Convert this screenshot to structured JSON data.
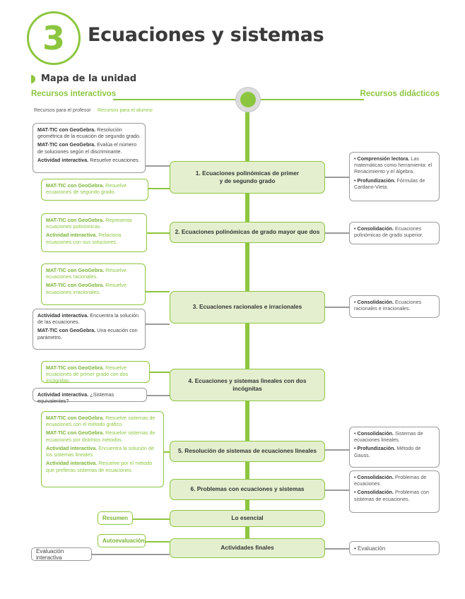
{
  "header": {
    "chapter_number": "3",
    "chapter_title": "Ecuaciones y sistemas",
    "section_title": "Mapa de la unidad",
    "left_heading": "Recursos interactivos",
    "right_heading": "Recursos didácticos",
    "legend_profesor": "Recursos para el profesor",
    "legend_alumno": "Recursos para el alumno"
  },
  "topics": [
    {
      "line1": "1. Ecuaciones polinómicas de primer",
      "line2": "y de segundo grado"
    },
    {
      "line1": "2. Ecuaciones polinómicas de grado mayor que dos",
      "line2": ""
    },
    {
      "line1": "3. Ecuaciones racionales e irracionales",
      "line2": ""
    },
    {
      "line1": "4. Ecuaciones y sistemas lineales con dos incógnitas",
      "line2": ""
    },
    {
      "line1": "5. Resolución de sistemas de ecuaciones lineales",
      "line2": ""
    },
    {
      "line1": "6. Problemas con ecuaciones y sistemas",
      "line2": ""
    },
    {
      "line1": "Lo esencial",
      "line2": ""
    },
    {
      "line1": "Actividades finales",
      "line2": ""
    }
  ],
  "left": {
    "b1_gray": [
      {
        "b": "MAT-TIC con GeoGebra.",
        "t": " Resolución geométrica de la ecuación de segundo grado."
      },
      {
        "b": "MAT-TIC con GeoGebra.",
        "t": " Evalúa el número de soluciones según el discriminante."
      },
      {
        "b": "Actividad interactiva.",
        "t": " Resuelve ecuaciones."
      }
    ],
    "b1_green": [
      {
        "b": "MAT-TIC con GeoGebra.",
        "t": " Resuelve ecuaciones de segundo grado."
      }
    ],
    "b2_green": [
      {
        "b": "MAT-TIC con GeoGebra.",
        "t": " Representa ecuaciones polinómicas."
      },
      {
        "b": "Actividad interactiva.",
        "t": " Relaciona ecuaciones con sus soluciones."
      }
    ],
    "b3_green": [
      {
        "b": "MAT-TIC con GeoGebra.",
        "t": " Resuelve ecuaciones racionales."
      },
      {
        "b": "MAT-TIC con GeoGebra.",
        "t": " Resuelve ecuaciones irracionales."
      }
    ],
    "b3_gray": [
      {
        "b": "Actividad interactiva.",
        "t": " Encuentra la solución de las ecuaciones."
      },
      {
        "b": "MAT-TIC con GeoGebra.",
        "t": " Una ecuación con parámetro."
      }
    ],
    "b4_green": [
      {
        "b": "MAT-TIC con GeoGebra.",
        "t": " Resuelve ecuaciones de primer grado con dos incógnitas."
      }
    ],
    "b4_gray": [
      {
        "b": "Actividad interactiva.",
        "t": " ¿Sistemas equivalentes?"
      }
    ],
    "b5_green": [
      {
        "b": "MAT-TIC con GeoGebra.",
        "t": " Resuelve sistemas de ecuaciones con el método gráfico."
      },
      {
        "b": "MAT-TIC con GeoGebra.",
        "t": " Resuelve sistemas de ecuaciones por distintos métodos."
      },
      {
        "b": "Actividad interactiva.",
        "t": " Encuentra la solución de los sistemas lineales."
      },
      {
        "b": "Actividad interactiva.",
        "t": " Resuelve por el método que prefieras sistemas de ecuaciones."
      }
    ],
    "resumen": "Resumen",
    "autoevaluacion": "Autoevaluación",
    "evaluacion_interactiva": "Evaluación interactiva"
  },
  "right": {
    "r1": [
      {
        "b": "Comprensión lectora.",
        "t": " Las matemáticas como herramienta: el Renacimiento y el álgebra."
      },
      {
        "b": "Profundización.",
        "t": " Fórmulas de Cardano-Vieta."
      }
    ],
    "r2": [
      {
        "b": "Consolidación.",
        "t": " Ecuaciones polinómicas de grado superior."
      }
    ],
    "r3": [
      {
        "b": "Consolidación.",
        "t": " Ecuaciones racionales e irracionales."
      }
    ],
    "r5": [
      {
        "b": "Consolidación.",
        "t": " Sistemas de ecuaciones lineales."
      },
      {
        "b": "Profundización.",
        "t": " Método de Gauss."
      }
    ],
    "r6": [
      {
        "b": "Consolidación.",
        "t": " Problemas de ecuaciones."
      },
      {
        "b": "Consolidación.",
        "t": " Problemas con sistemas de ecuaciones."
      }
    ],
    "evaluacion": "Evaluación"
  },
  "colors": {
    "accent": "#8cc63f",
    "topic_fill": "#e4efcf",
    "gray_border": "#9a9a9a"
  }
}
